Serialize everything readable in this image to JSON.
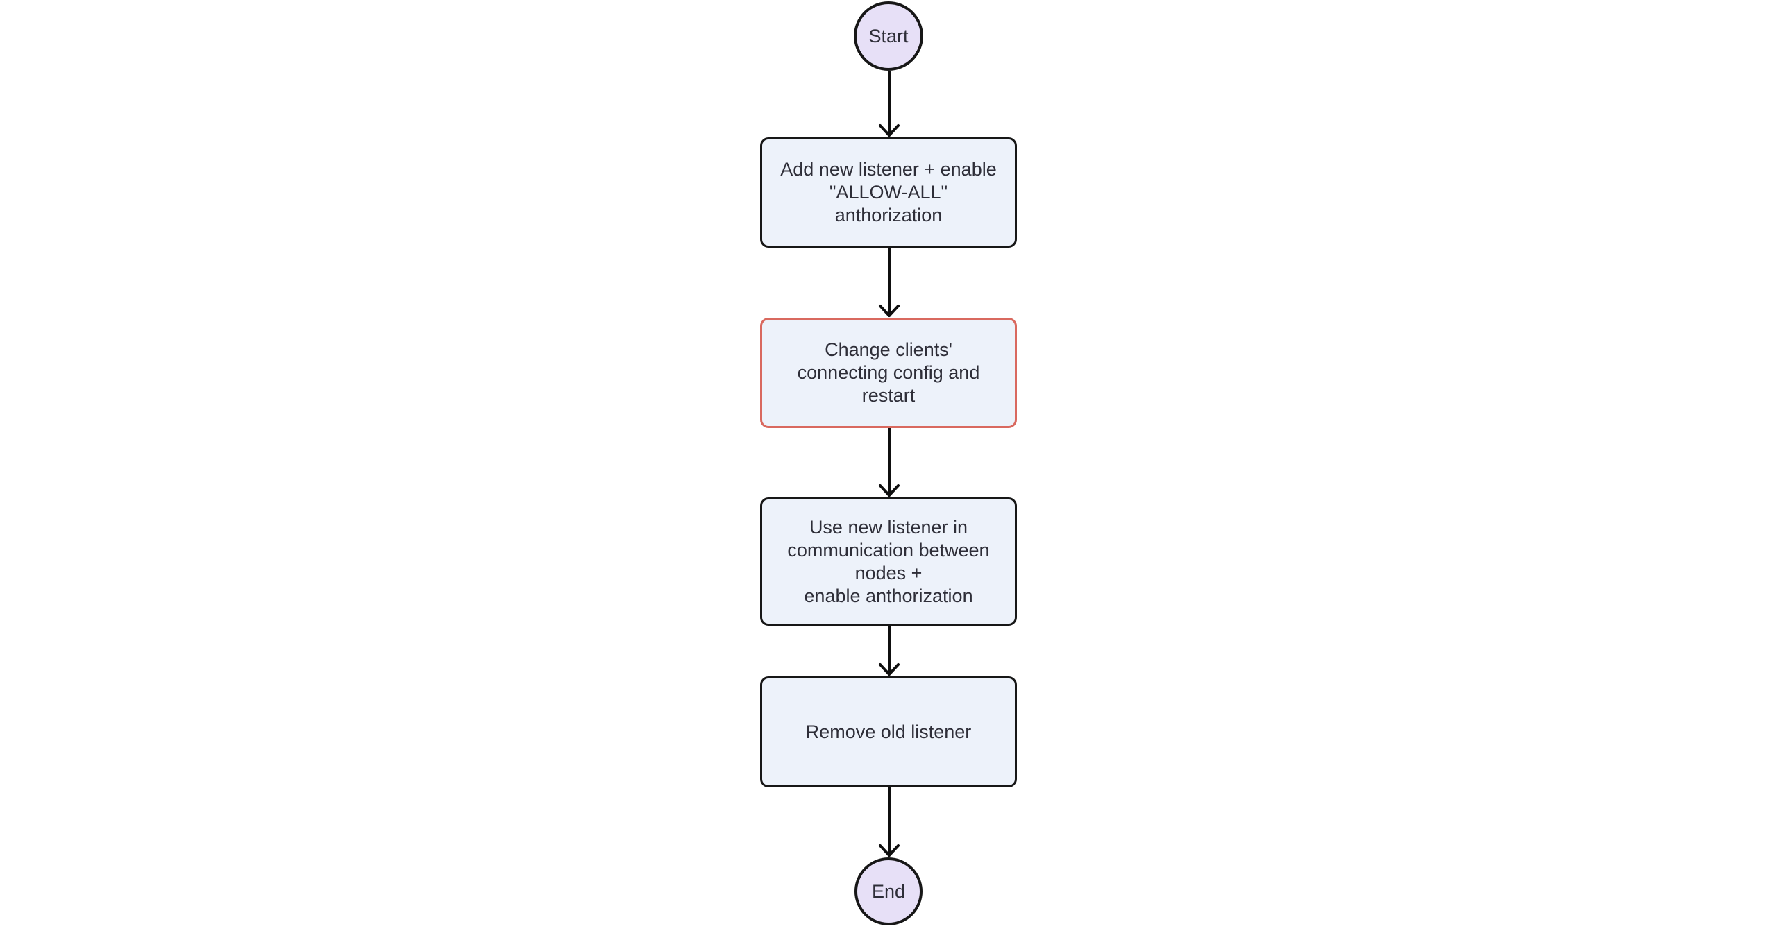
{
  "flow": {
    "type": "flowchart",
    "direction": "top-down",
    "colors": {
      "background": "#ffffff",
      "node-border": "#171717",
      "terminal-fill": "#e7e0f7",
      "process-fill": "#edf2fa",
      "highlight-border": "#d9695f",
      "text": "#2e2e38",
      "arrow": "#0f0f0f"
    },
    "nodes": [
      {
        "id": "start",
        "shape": "circle",
        "label": "Start"
      },
      {
        "id": "add-listener",
        "shape": "rect",
        "highlighted": false,
        "lines": [
          "Add new listener + enable",
          "\"ALLOW-ALL\"",
          "anthorization"
        ]
      },
      {
        "id": "change-clients",
        "shape": "rect",
        "highlighted": true,
        "lines": [
          "Change clients'",
          "connecting config and",
          "restart"
        ]
      },
      {
        "id": "use-new-listener",
        "shape": "rect",
        "highlighted": false,
        "lines": [
          "Use new listener in",
          "communication between",
          "nodes +",
          "enable anthorization"
        ]
      },
      {
        "id": "remove-old-listener",
        "shape": "rect",
        "highlighted": false,
        "lines": [
          "Remove old listener"
        ]
      },
      {
        "id": "end",
        "shape": "circle",
        "label": "End"
      }
    ],
    "edges": [
      {
        "from": "start",
        "to": "add-listener"
      },
      {
        "from": "add-listener",
        "to": "change-clients"
      },
      {
        "from": "change-clients",
        "to": "use-new-listener"
      },
      {
        "from": "use-new-listener",
        "to": "remove-old-listener"
      },
      {
        "from": "remove-old-listener",
        "to": "end"
      }
    ]
  }
}
